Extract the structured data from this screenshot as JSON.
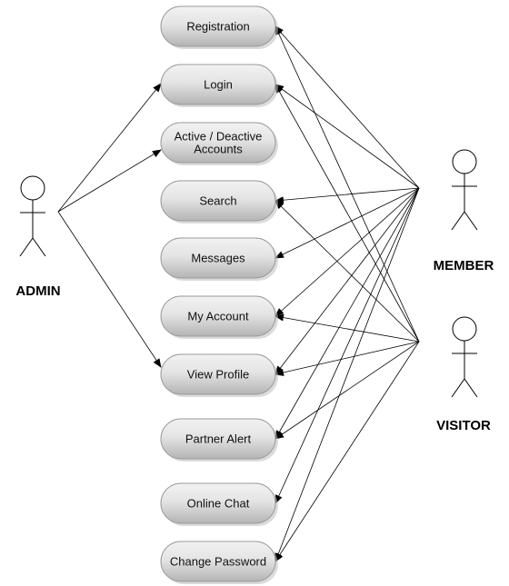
{
  "diagram": {
    "actors": [
      {
        "id": "admin",
        "label": "ADMIN"
      },
      {
        "id": "member",
        "label": "MEMBER"
      },
      {
        "id": "visitor",
        "label": "VISITOR"
      }
    ],
    "use_cases": [
      {
        "id": "registration",
        "lines": [
          "Registration"
        ]
      },
      {
        "id": "login",
        "lines": [
          "Login"
        ]
      },
      {
        "id": "active-deactive",
        "lines": [
          "Active / Deactive",
          "Accounts"
        ]
      },
      {
        "id": "search",
        "lines": [
          "Search"
        ]
      },
      {
        "id": "messages",
        "lines": [
          "Messages"
        ]
      },
      {
        "id": "my-account",
        "lines": [
          "My Account"
        ]
      },
      {
        "id": "view-profile",
        "lines": [
          "View Profile"
        ]
      },
      {
        "id": "partner-alert",
        "lines": [
          "Partner Alert"
        ]
      },
      {
        "id": "online-chat",
        "lines": [
          "Online Chat"
        ]
      },
      {
        "id": "change-password",
        "lines": [
          "Change Password"
        ]
      }
    ],
    "associations": [
      {
        "from": "admin",
        "to": "login"
      },
      {
        "from": "admin",
        "to": "active-deactive"
      },
      {
        "from": "admin",
        "to": "view-profile"
      },
      {
        "from": "member",
        "to": "registration"
      },
      {
        "from": "member",
        "to": "login"
      },
      {
        "from": "member",
        "to": "search"
      },
      {
        "from": "member",
        "to": "messages"
      },
      {
        "from": "member",
        "to": "my-account"
      },
      {
        "from": "member",
        "to": "view-profile"
      },
      {
        "from": "member",
        "to": "partner-alert"
      },
      {
        "from": "member",
        "to": "online-chat"
      },
      {
        "from": "member",
        "to": "change-password"
      },
      {
        "from": "visitor",
        "to": "registration"
      },
      {
        "from": "visitor",
        "to": "login"
      },
      {
        "from": "visitor",
        "to": "search"
      },
      {
        "from": "visitor",
        "to": "my-account"
      },
      {
        "from": "visitor",
        "to": "view-profile"
      },
      {
        "from": "visitor",
        "to": "partner-alert"
      },
      {
        "from": "visitor",
        "to": "change-password"
      }
    ]
  }
}
